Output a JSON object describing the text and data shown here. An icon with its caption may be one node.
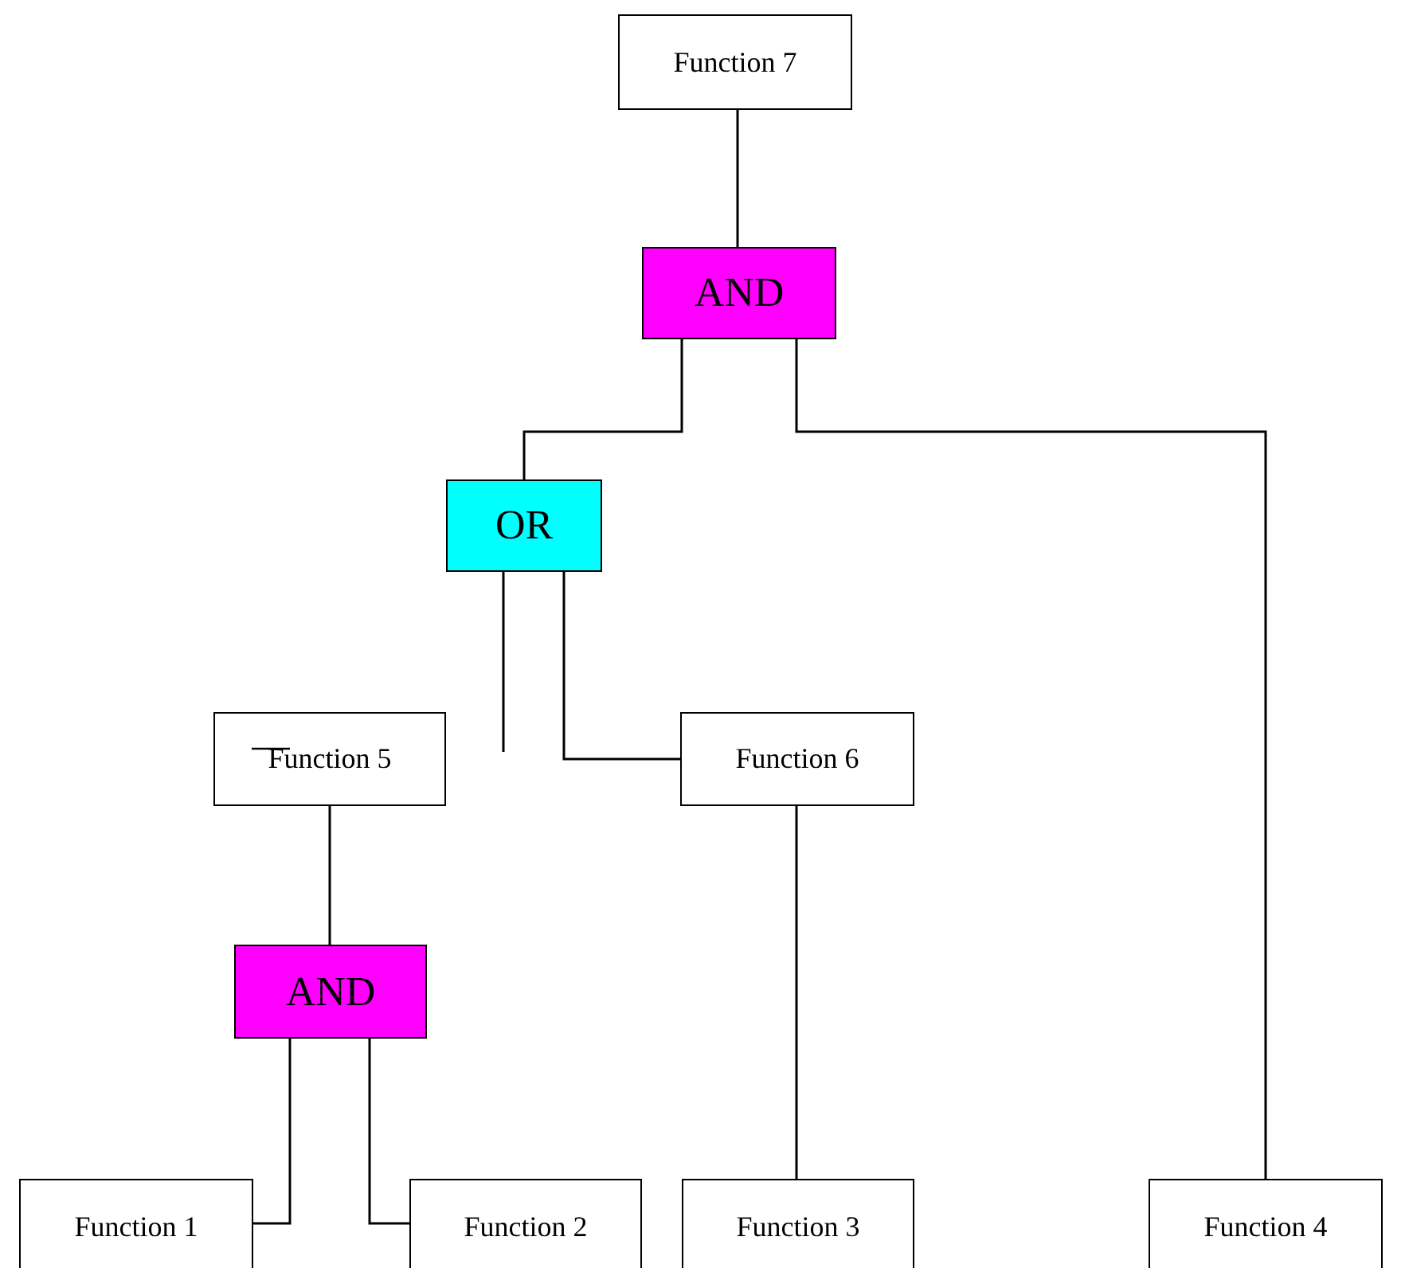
{
  "diagram": {
    "nodes": [
      {
        "text": [
          "Function 7"
        ]
      },
      {
        "text": [
          "AND"
        ]
      },
      {
        "text": [
          "OR"
        ]
      },
      {
        "text": [
          "Function 5"
        ]
      },
      {
        "text": [
          "Function 6"
        ]
      },
      {
        "text": [
          "AND"
        ]
      },
      {
        "text": [
          "Function 1"
        ]
      },
      {
        "text": [
          "Function 2"
        ]
      },
      {
        "text": [
          "Function 3"
        ]
      },
      {
        "text": [
          "Function 4"
        ]
      }
    ],
    "edges": [
      {
        "from": 0,
        "to": 1,
        "arrow": "none"
      },
      {
        "from": 1,
        "to": 2,
        "arrow": "none"
      },
      {
        "from": 1,
        "to": 9,
        "arrow": "none"
      },
      {
        "from": 2,
        "to": null,
        "arrow": "none"
      },
      {
        "from": 2,
        "to": 4,
        "arrow": "none"
      },
      {
        "from": 3,
        "to": 5,
        "arrow": "none"
      },
      {
        "from": 4,
        "to": 8,
        "arrow": "none"
      },
      {
        "from": 5,
        "to": 6,
        "arrow": "none"
      },
      {
        "from": 5,
        "to": 7,
        "arrow": "none"
      }
    ]
  }
}
